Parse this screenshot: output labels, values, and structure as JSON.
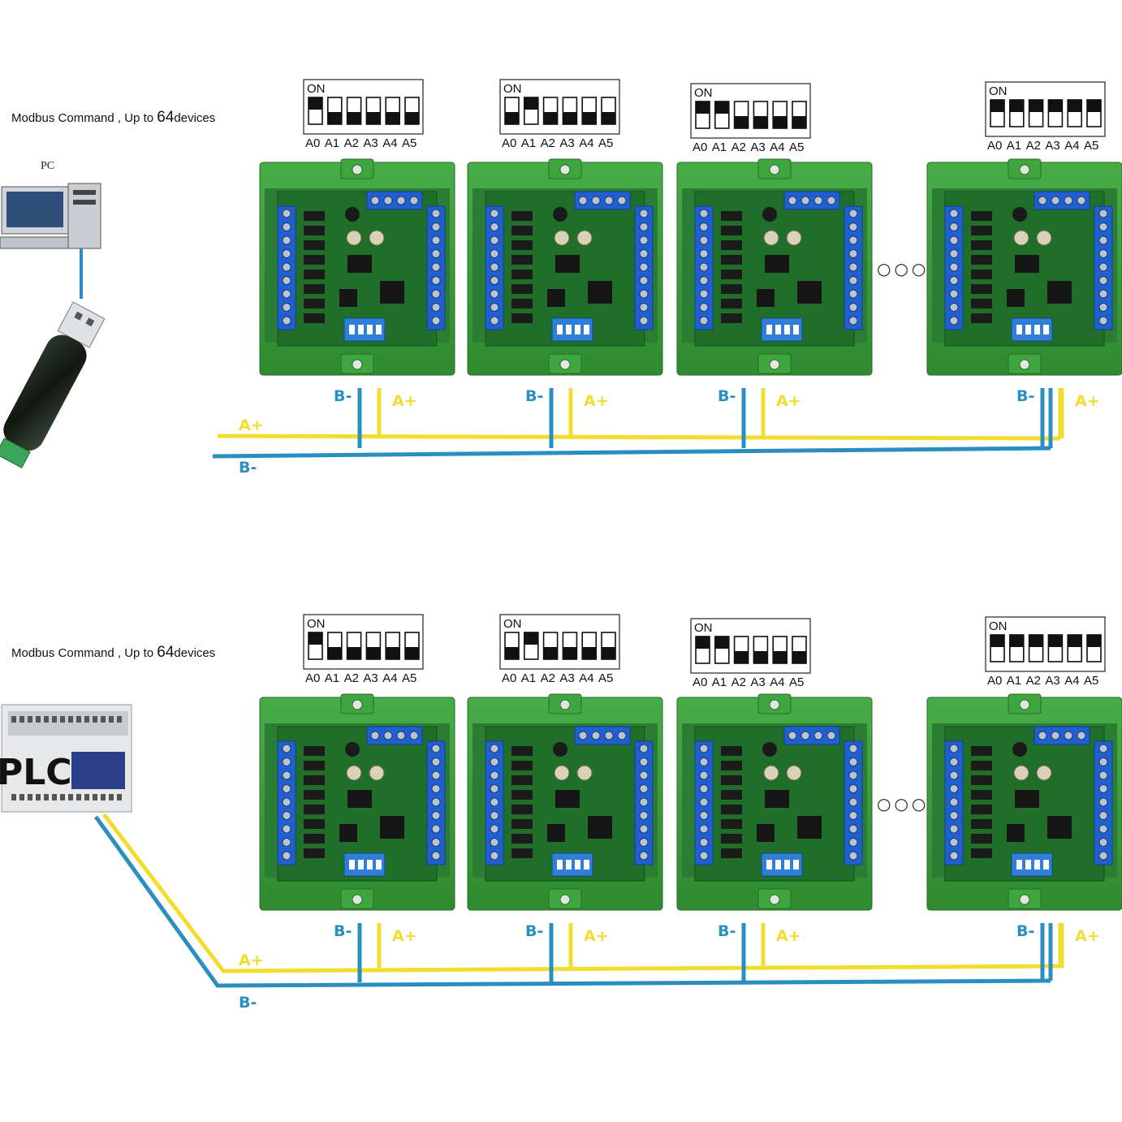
{
  "colors": {
    "wire_a": "#f2dd2e",
    "wire_b": "#2a8fc0",
    "module_green": "#3a9a3a",
    "terminal_blue": "#1f5fd0",
    "pcb_green": "#1f6e2a"
  },
  "sections": [
    {
      "master": {
        "label": "PC",
        "icon": "pc-icon",
        "adapter_icon": "usb-rs485-adapter-icon"
      },
      "caption_prefix": "Modbus Command , Up to ",
      "caption_number": "64",
      "caption_suffix": "devices",
      "wire_a_label": "A+",
      "wire_b_label": "B-",
      "ellipsis": "○○○",
      "devices": [
        {
          "on_label": "ON",
          "switch_labels": [
            "A0",
            "A1",
            "A2",
            "A3",
            "A4",
            "A5"
          ],
          "switch_on": [
            true,
            false,
            false,
            false,
            false,
            false
          ],
          "b_label": "B-",
          "a_label": "A+"
        },
        {
          "on_label": "ON",
          "switch_labels": [
            "A0",
            "A1",
            "A2",
            "A3",
            "A4",
            "A5"
          ],
          "switch_on": [
            false,
            true,
            false,
            false,
            false,
            false
          ],
          "b_label": "B-",
          "a_label": "A+"
        },
        {
          "on_label": "ON",
          "switch_labels": [
            "A0",
            "A1",
            "A2",
            "A3",
            "A4",
            "A5"
          ],
          "switch_on": [
            true,
            true,
            false,
            false,
            false,
            false
          ],
          "b_label": "B-",
          "a_label": "A+"
        },
        {
          "on_label": "ON",
          "switch_labels": [
            "A0",
            "A1",
            "A2",
            "A3",
            "A4",
            "A5"
          ],
          "switch_on": [
            true,
            true,
            true,
            true,
            true,
            true
          ],
          "b_label": "B-",
          "a_label": "A+"
        }
      ]
    },
    {
      "master": {
        "label": "PLC",
        "icon": "plc-icon"
      },
      "caption_prefix": "Modbus Command , Up to ",
      "caption_number": "64",
      "caption_suffix": "devices",
      "wire_a_label": "A+",
      "wire_b_label": "B-",
      "ellipsis": "○○○",
      "devices": [
        {
          "on_label": "ON",
          "switch_labels": [
            "A0",
            "A1",
            "A2",
            "A3",
            "A4",
            "A5"
          ],
          "switch_on": [
            true,
            false,
            false,
            false,
            false,
            false
          ],
          "b_label": "B-",
          "a_label": "A+"
        },
        {
          "on_label": "ON",
          "switch_labels": [
            "A0",
            "A1",
            "A2",
            "A3",
            "A4",
            "A5"
          ],
          "switch_on": [
            false,
            true,
            false,
            false,
            false,
            false
          ],
          "b_label": "B-",
          "a_label": "A+"
        },
        {
          "on_label": "ON",
          "switch_labels": [
            "A0",
            "A1",
            "A2",
            "A3",
            "A4",
            "A5"
          ],
          "switch_on": [
            true,
            true,
            false,
            false,
            false,
            false
          ],
          "b_label": "B-",
          "a_label": "A+"
        },
        {
          "on_label": "ON",
          "switch_labels": [
            "A0",
            "A1",
            "A2",
            "A3",
            "A4",
            "A5"
          ],
          "switch_on": [
            true,
            true,
            true,
            true,
            true,
            true
          ],
          "b_label": "B-",
          "a_label": "A+"
        }
      ]
    }
  ]
}
